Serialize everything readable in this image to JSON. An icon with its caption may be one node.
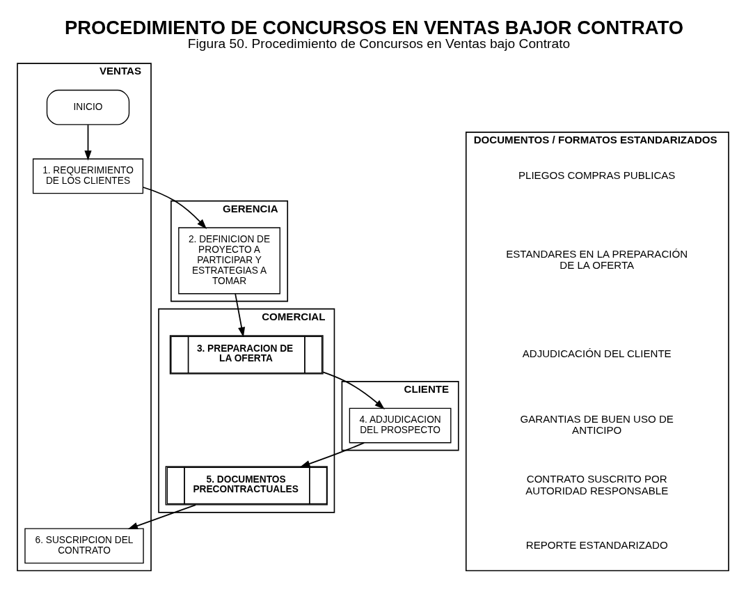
{
  "diagram": {
    "title": "PROCEDIMIENTO DE CONCURSOS EN VENTAS BAJOR CONTRATO",
    "caption": "Figura 50. Procedimiento de Concursos en Ventas bajo Contrato",
    "nodes": [
      {
        "text": [
          "VENTAS"
        ]
      },
      {
        "text": [
          "GERENCIA"
        ]
      },
      {
        "text": [
          "COMERCIAL"
        ]
      },
      {
        "text": [
          "CLIENTE"
        ]
      },
      {
        "text": [
          "DOCUMENTOS / FORMATOS ESTANDARIZADOS"
        ]
      },
      {
        "text": [
          "INICIO"
        ],
        "in": 0
      },
      {
        "text": [
          "1. REQUERIMIENTO DE LOS CLIENTES"
        ],
        "in": 0
      },
      {
        "text": [
          "2. DEFINICION DE PROYECTO A PARTICIPAR Y ESTRATEGIAS A TOMAR"
        ],
        "in": 1
      },
      {
        "text": [
          "3. PREPARACION DE LA OFERTA"
        ],
        "in": 2
      },
      {
        "text": [
          "4. ADJUDICACION DEL PROSPECTO"
        ],
        "in": 3
      },
      {
        "text": [
          "5. DOCUMENTOS PRECONTRACTUALES"
        ],
        "in": 2
      },
      {
        "text": [
          "6. SUSCRIPCION DEL CONTRATO"
        ],
        "in": 0
      }
    ],
    "edges": [
      {
        "from": 5,
        "to": 6,
        "arrow": "to"
      },
      {
        "from": 6,
        "to": 7,
        "arrow": "to"
      },
      {
        "from": 7,
        "to": 8,
        "arrow": "to"
      },
      {
        "from": 8,
        "to": 9,
        "arrow": "to"
      },
      {
        "from": 9,
        "to": 10,
        "arrow": "to"
      },
      {
        "from": 10,
        "to": 11,
        "arrow": "to"
      }
    ],
    "labels": [
      "PLIEGOS COMPRAS PUBLICAS",
      "ESTANDARES EN LA PREPARACIÓN DE LA OFERTA",
      "ADJUDICACIÓN DEL CLIENTE",
      "GARANTIAS DE BUEN USO DE ANTICIPO",
      "CONTRATO SUSCRITO POR AUTORIDAD RESPONSABLE",
      "REPORTE ESTANDARIZADO"
    ]
  }
}
